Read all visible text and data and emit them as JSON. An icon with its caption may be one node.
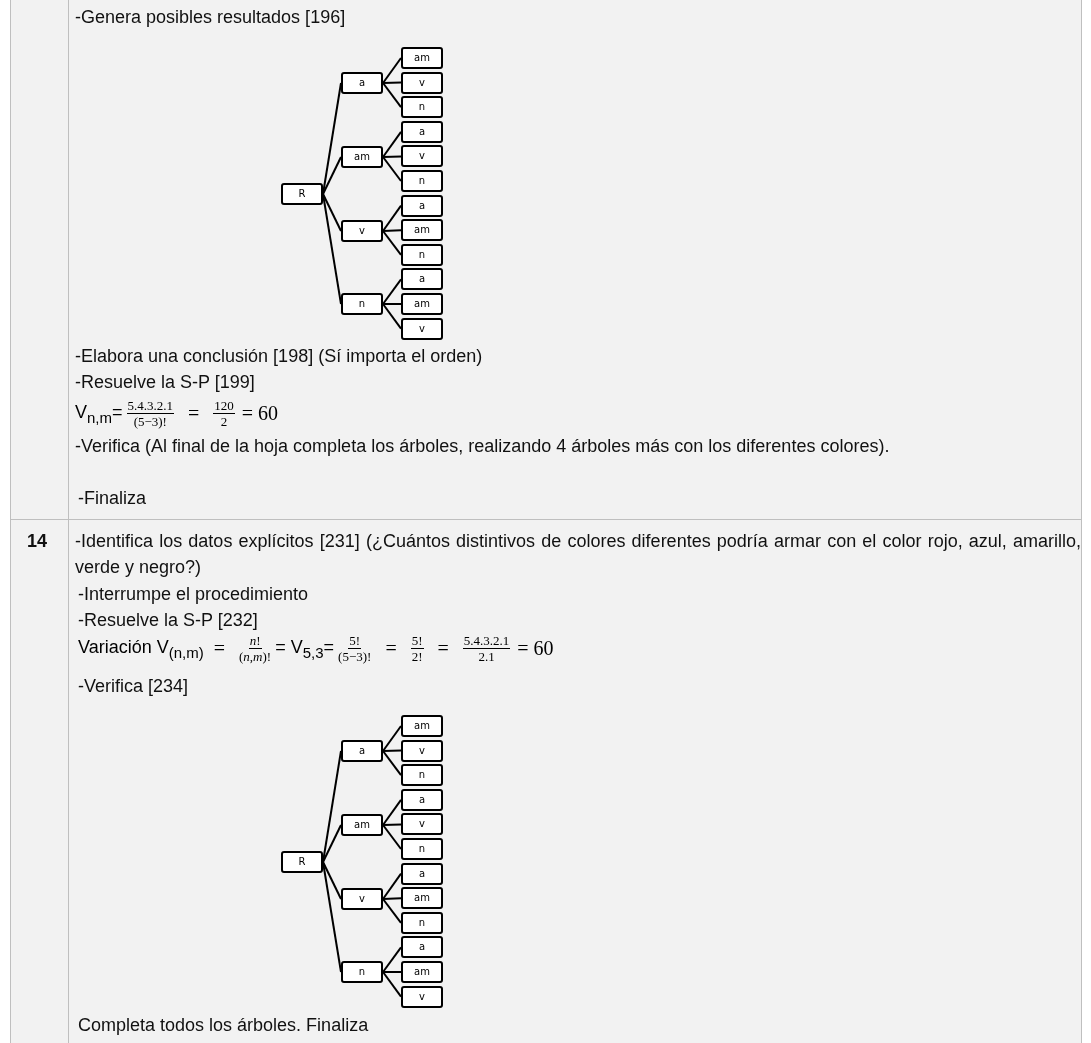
{
  "diagram": {
    "nodes": [
      {
        "text": [
          "R"
        ]
      },
      {
        "text": [
          "a"
        ]
      },
      {
        "text": [
          "am"
        ]
      },
      {
        "text": [
          "v"
        ]
      },
      {
        "text": [
          "n"
        ]
      },
      {
        "text": [
          "am"
        ]
      },
      {
        "text": [
          "v"
        ]
      },
      {
        "text": [
          "n"
        ]
      },
      {
        "text": [
          "a"
        ]
      },
      {
        "text": [
          "v"
        ]
      },
      {
        "text": [
          "n"
        ]
      },
      {
        "text": [
          "a"
        ]
      },
      {
        "text": [
          "am"
        ]
      },
      {
        "text": [
          "n"
        ]
      },
      {
        "text": [
          "a"
        ]
      },
      {
        "text": [
          "am"
        ]
      },
      {
        "text": [
          "v"
        ]
      },
      {
        "text": [
          "R"
        ]
      },
      {
        "text": [
          "a"
        ]
      },
      {
        "text": [
          "am"
        ]
      },
      {
        "text": [
          "v"
        ]
      },
      {
        "text": [
          "n"
        ]
      },
      {
        "text": [
          "am"
        ]
      },
      {
        "text": [
          "v"
        ]
      },
      {
        "text": [
          "n"
        ]
      },
      {
        "text": [
          "a"
        ]
      },
      {
        "text": [
          "v"
        ]
      },
      {
        "text": [
          "n"
        ]
      },
      {
        "text": [
          "a"
        ]
      },
      {
        "text": [
          "am"
        ]
      },
      {
        "text": [
          "n"
        ]
      },
      {
        "text": [
          "a"
        ]
      },
      {
        "text": [
          "am"
        ]
      },
      {
        "text": [
          "v"
        ]
      }
    ],
    "edges": [
      {
        "from": 0,
        "to": 1,
        "arrow": "none"
      },
      {
        "from": 0,
        "to": 2,
        "arrow": "none"
      },
      {
        "from": 0,
        "to": 3,
        "arrow": "none"
      },
      {
        "from": 0,
        "to": 4,
        "arrow": "none"
      },
      {
        "from": 1,
        "to": 5,
        "arrow": "none"
      },
      {
        "from": 1,
        "to": 6,
        "arrow": "none"
      },
      {
        "from": 1,
        "to": 7,
        "arrow": "none"
      },
      {
        "from": 2,
        "to": 8,
        "arrow": "none"
      },
      {
        "from": 2,
        "to": 9,
        "arrow": "none"
      },
      {
        "from": 2,
        "to": 10,
        "arrow": "none"
      },
      {
        "from": 3,
        "to": 11,
        "arrow": "none"
      },
      {
        "from": 3,
        "to": 12,
        "arrow": "none"
      },
      {
        "from": 3,
        "to": 13,
        "arrow": "none"
      },
      {
        "from": 4,
        "to": 14,
        "arrow": "none"
      },
      {
        "from": 4,
        "to": 15,
        "arrow": "none"
      },
      {
        "from": 4,
        "to": 16,
        "arrow": "none"
      },
      {
        "from": 17,
        "to": 18,
        "arrow": "none"
      },
      {
        "from": 17,
        "to": 19,
        "arrow": "none"
      },
      {
        "from": 17,
        "to": 20,
        "arrow": "none"
      },
      {
        "from": 17,
        "to": 21,
        "arrow": "none"
      },
      {
        "from": 18,
        "to": 22,
        "arrow": "none"
      },
      {
        "from": 18,
        "to": 23,
        "arrow": "none"
      },
      {
        "from": 18,
        "to": 24,
        "arrow": "none"
      },
      {
        "from": 19,
        "to": 25,
        "arrow": "none"
      },
      {
        "from": 19,
        "to": 26,
        "arrow": "none"
      },
      {
        "from": 19,
        "to": 27,
        "arrow": "none"
      },
      {
        "from": 20,
        "to": 28,
        "arrow": "none"
      },
      {
        "from": 20,
        "to": 29,
        "arrow": "none"
      },
      {
        "from": 20,
        "to": 30,
        "arrow": "none"
      },
      {
        "from": 21,
        "to": 31,
        "arrow": "none"
      },
      {
        "from": 21,
        "to": 32,
        "arrow": "none"
      },
      {
        "from": 21,
        "to": 33,
        "arrow": "none"
      }
    ],
    "labels": [
      "-Genera posibles resultados [196]",
      "-Elabora una conclusión [198] (Sí importa el orden)",
      "-Resuelve la S-P [199]",
      "V$_{n,m}$=",
      "5.4.3.2.1",
      "(5−3)!",
      "=",
      "120",
      "2",
      "= 60",
      "-Verifica (Al final de la hoja completa los árboles, realizando 4 árboles más con los diferentes colores).",
      "-Finaliza",
      "14",
      "-Identifica los datos explícitos  [231] (¿Cuántos distintivos de colores diferentes podría armar con el color rojo, azul, amarillo, verde y negro?)",
      "-Interrumpe el procedimiento",
      "-Resuelve la S-P [232]",
      "Variación V$_{(n,m)}$",
      "=",
      "*n*!",
      "(*n*,*m*)!",
      "= V$_{5,3}$=",
      "5!",
      "(5−3)!",
      "=",
      "5!",
      "2!",
      "=",
      "5.4.3.2.1",
      "2.1",
      "= 60",
      "-Verifica [234]",
      "Completa todos los árboles. Finaliza"
    ]
  }
}
